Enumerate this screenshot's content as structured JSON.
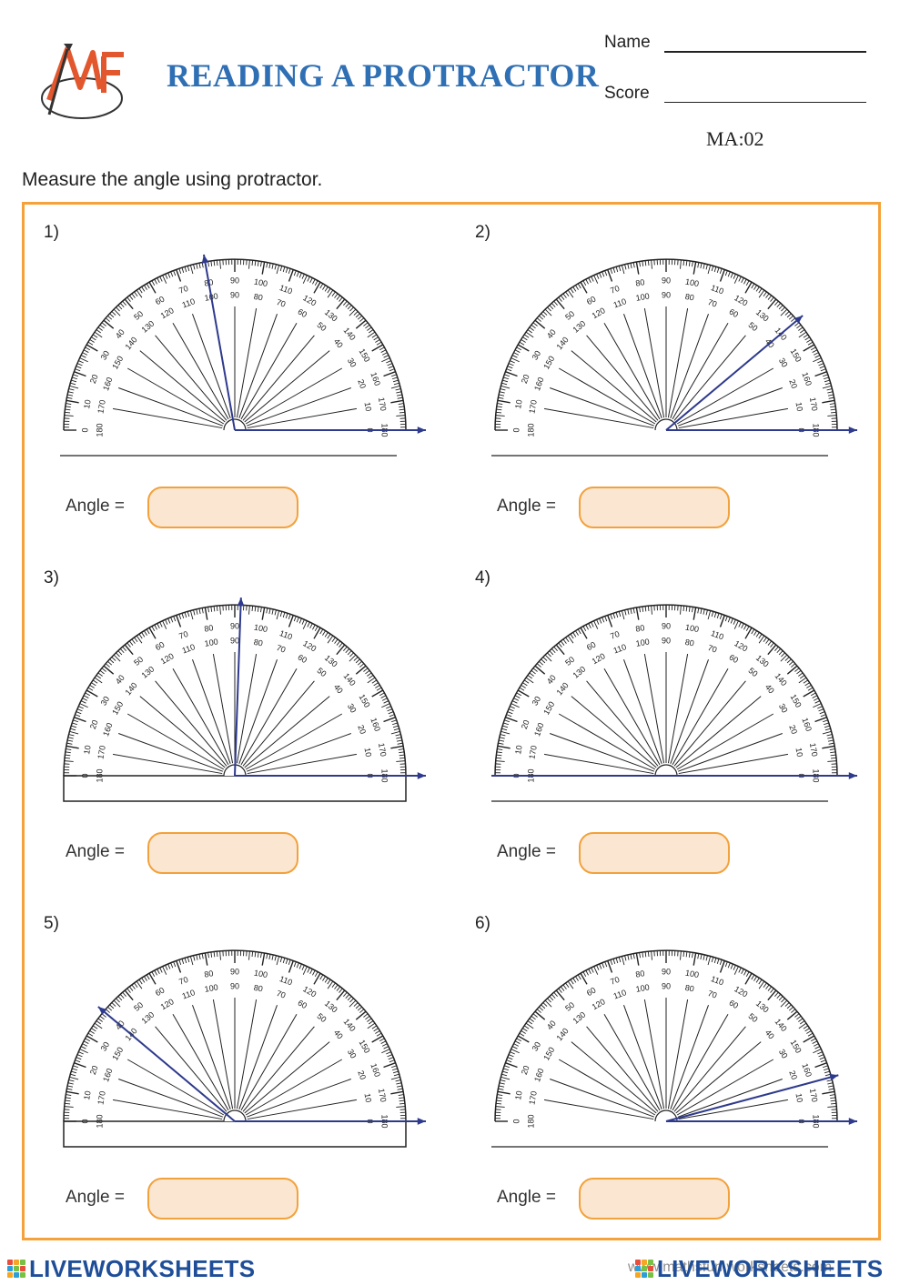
{
  "header": {
    "title": "READING A PROTRACTOR",
    "name_label": "Name",
    "score_label": "Score",
    "code": "MA:02"
  },
  "instruction": "Measure the angle using protractor.",
  "problems": [
    {
      "number": "1)",
      "answer_label": "Angle =",
      "pointer_angle_deg": 100,
      "left_arrow": false,
      "style": "plain"
    },
    {
      "number": "2)",
      "answer_label": "Angle =",
      "pointer_angle_deg": 40,
      "left_arrow": false,
      "style": "plain"
    },
    {
      "number": "3)",
      "answer_label": "Angle =",
      "pointer_angle_deg": 88,
      "left_arrow": false,
      "style": "boxed"
    },
    {
      "number": "4)",
      "answer_label": "Angle =",
      "pointer_angle_deg": 180,
      "left_arrow": true,
      "style": "plain"
    },
    {
      "number": "5)",
      "answer_label": "Angle =",
      "pointer_angle_deg": 140,
      "left_arrow": false,
      "style": "boxed"
    },
    {
      "number": "6)",
      "answer_label": "Angle =",
      "pointer_angle_deg": 15,
      "left_arrow": false,
      "style": "plain"
    }
  ],
  "protractor_scale": {
    "outer_labels": [
      "0",
      "10",
      "20",
      "30",
      "40",
      "50",
      "60",
      "70",
      "80",
      "90",
      "100",
      "110",
      "120",
      "130",
      "140",
      "150",
      "160",
      "170",
      "180"
    ],
    "inner_labels": [
      "180",
      "170",
      "160",
      "150",
      "140",
      "130",
      "120",
      "110",
      "100",
      "90",
      "80",
      "70",
      "60",
      "50",
      "40",
      "30",
      "20",
      "10",
      "0"
    ]
  },
  "colors": {
    "title": "#2f6fb4",
    "frame": "#f5a23a",
    "answer_fill": "#fbe6d2",
    "arrow": "#2e3a8c"
  },
  "footer": {
    "brand_left": "LIVEWORKSHEETS",
    "site": "www.mathsfun.worksheets.com",
    "brand_right": "LIVEWORKSHEETS"
  }
}
